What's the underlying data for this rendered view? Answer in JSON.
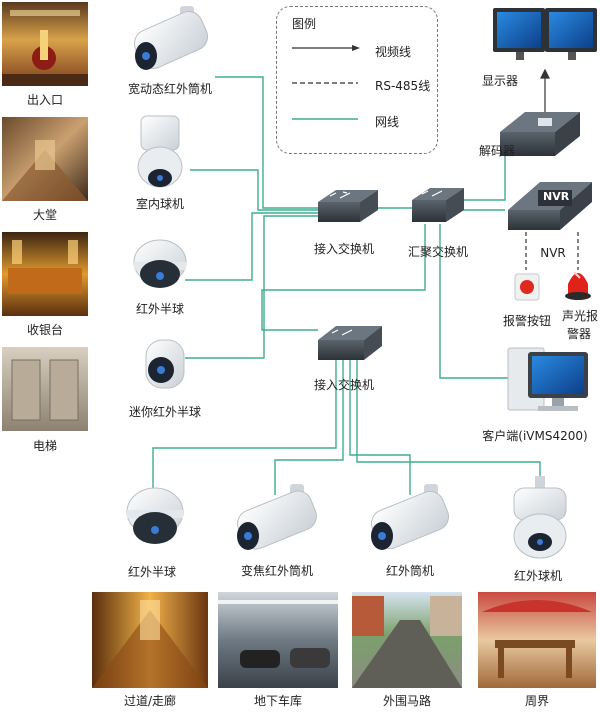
{
  "legend": {
    "title": "图例",
    "video_line": "视频线",
    "rs485_line": "RS-485线",
    "network_line": "网线"
  },
  "colors": {
    "network": "#3fae8e",
    "video": "#333333",
    "rs485": "#333333",
    "device_dark": "#3a4148",
    "camera_white": "#eef1f3"
  },
  "scenes": {
    "entrance": "出入口",
    "lobby": "大堂",
    "cashier": "收银台",
    "elevator": "电梯",
    "corridor": "过道/走廊",
    "garage": "地下车库",
    "road": "外围马路",
    "perimeter": "周界"
  },
  "devices": {
    "wdr_bullet": "宽动态红外筒机",
    "indoor_dome": "室内球机",
    "ir_dome_top": "红外半球",
    "mini_ir_dome": "迷你红外半球",
    "access_switch_top": "接入交换机",
    "core_switch": "汇聚交换机",
    "decoder": "解码器",
    "monitor": "显示器",
    "nvr": "NVR",
    "nvr_badge": "NVR",
    "alarm_button": "报警按钮",
    "strobe_alarm_line1": "声光报",
    "strobe_alarm_line2": "警器",
    "client": "客户端(iVMS4200)",
    "access_switch_bottom": "接入交换机",
    "ir_dome_bottom": "红外半球",
    "varifocal_bullet": "变焦红外筒机",
    "ir_bullet": "红外筒机",
    "ir_speed_dome": "红外球机"
  }
}
